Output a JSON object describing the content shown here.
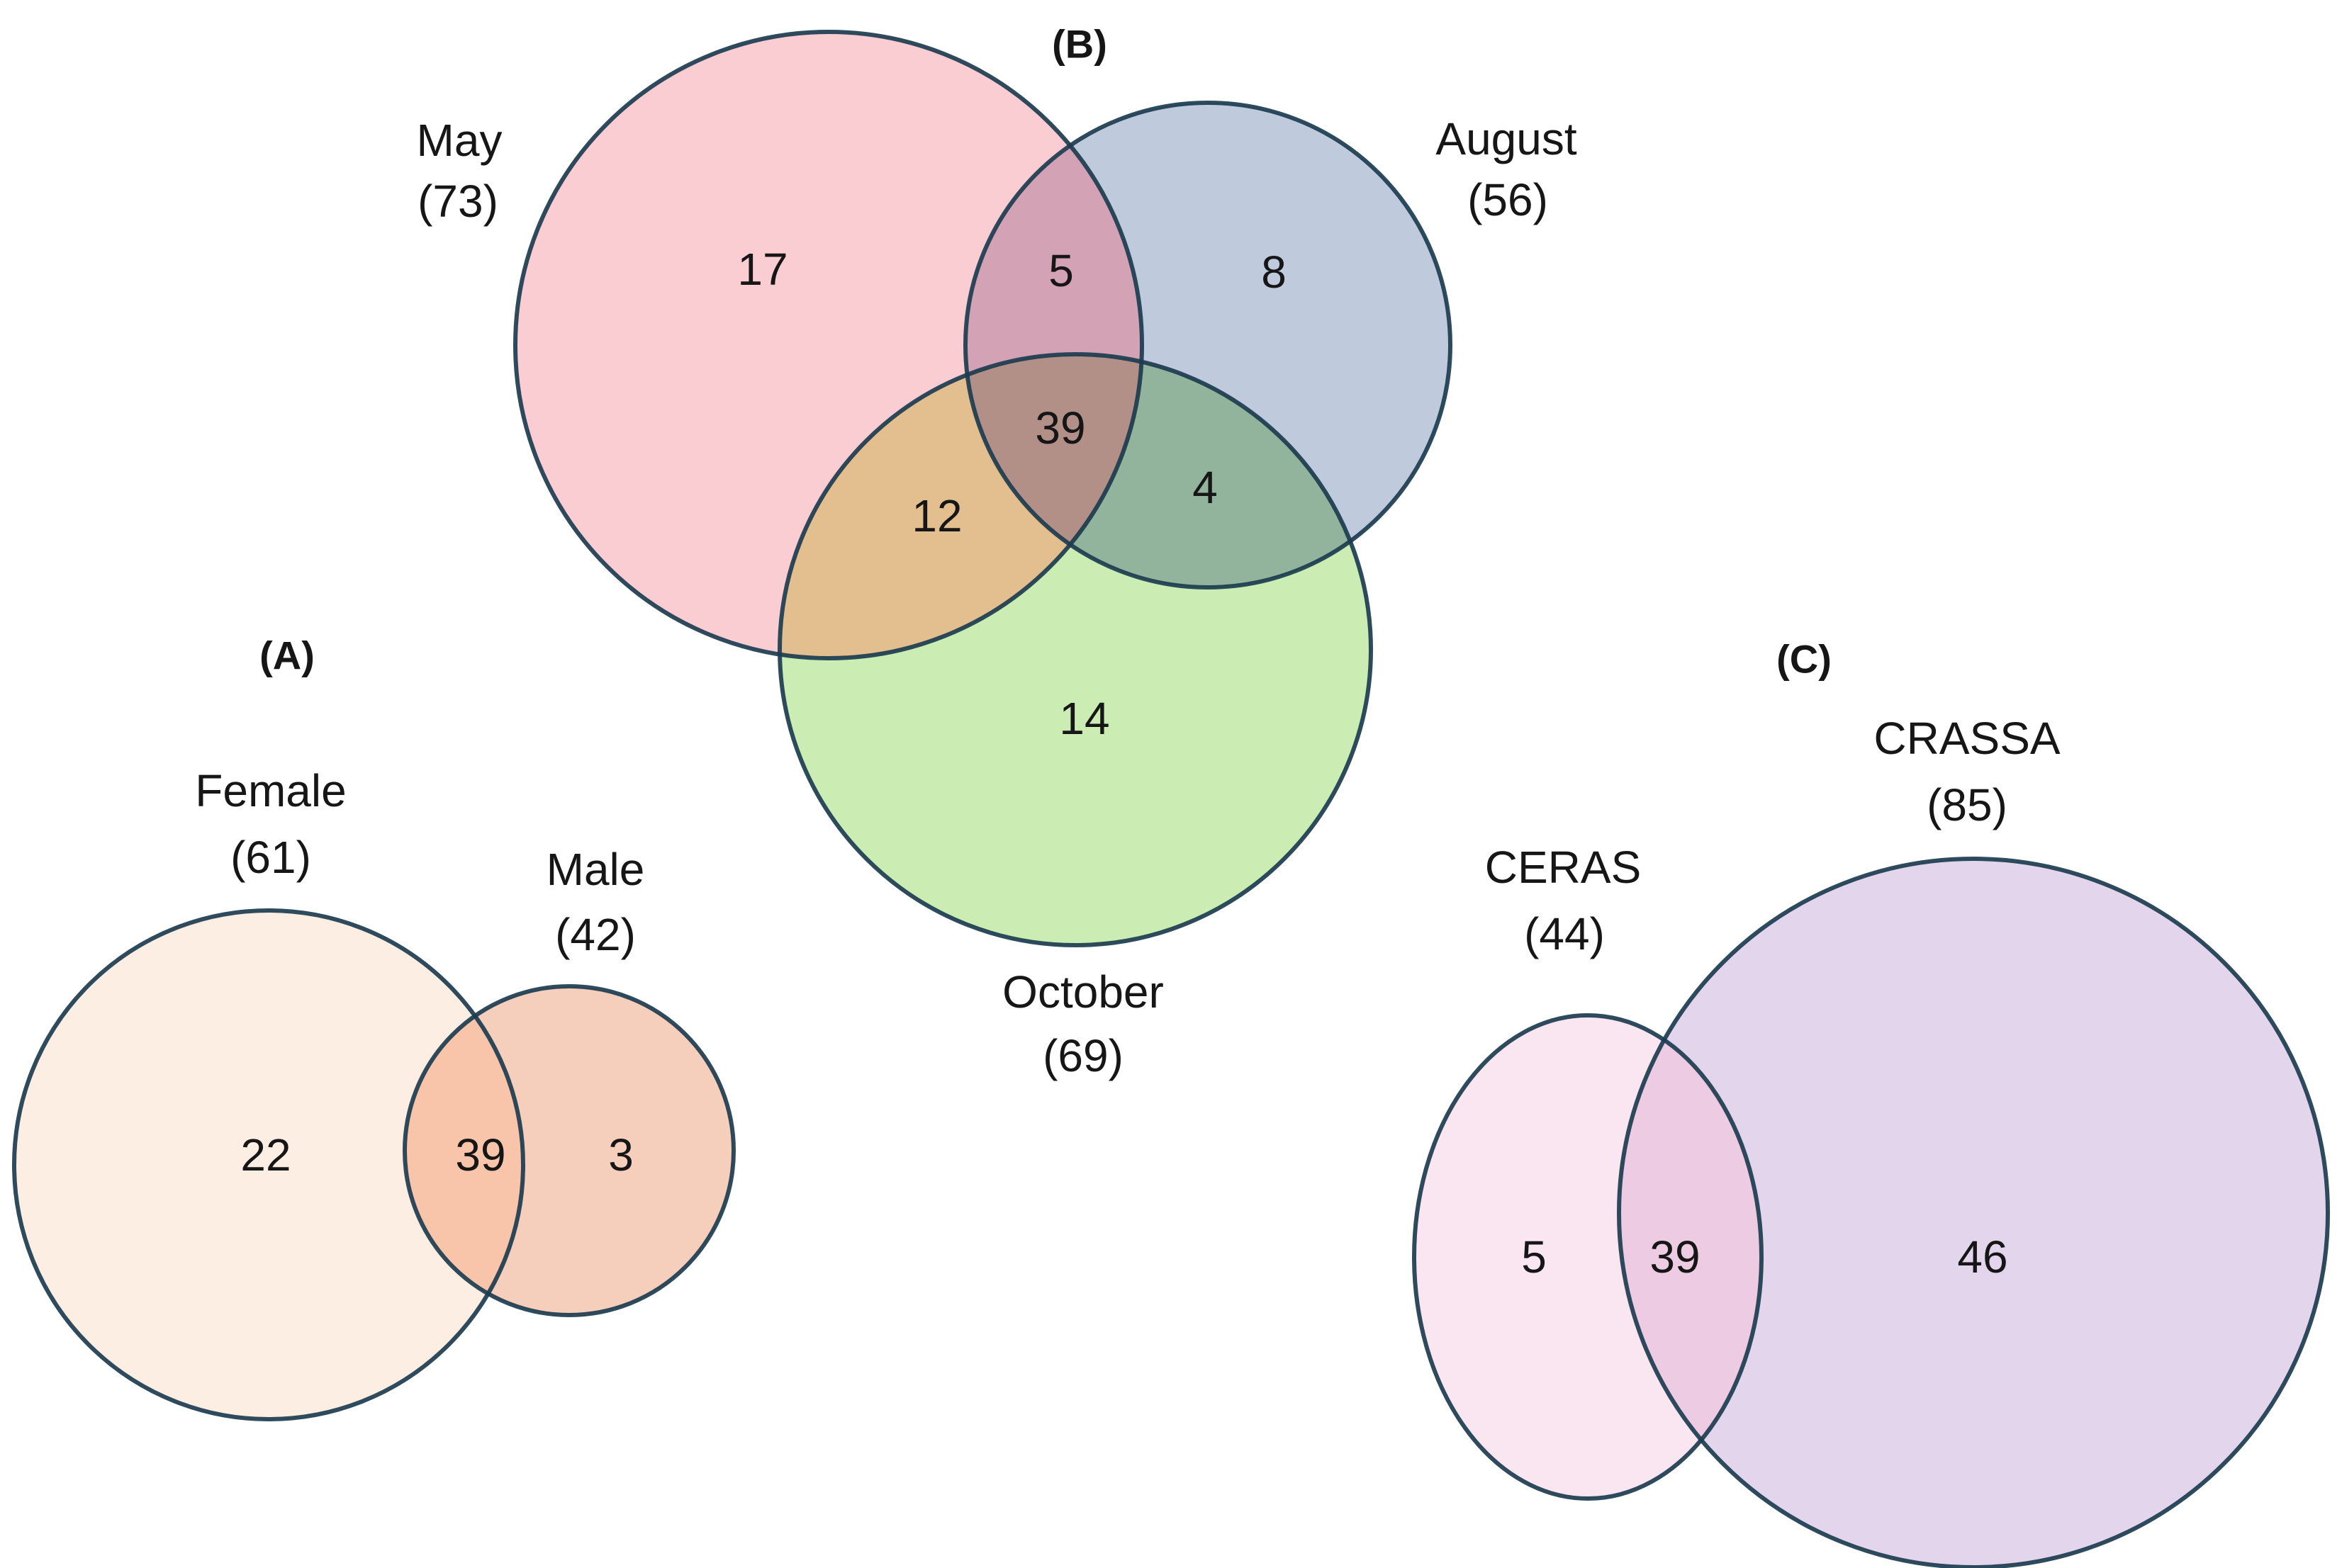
{
  "figure": {
    "background": "#ffffff",
    "outline_color": "#1c3c4f",
    "text_color": "#161616"
  },
  "panel_a": {
    "tag": "(A)",
    "set1": {
      "name": "Female",
      "total": "(61)"
    },
    "set2": {
      "name": "Male",
      "total": "(42)"
    },
    "counts": {
      "set1_only": "22",
      "overlap": "39",
      "set2_only": "3"
    },
    "colors": {
      "set1": "#fceee2",
      "set2": "#f5cfbc",
      "overlap": "#f8c5aa"
    }
  },
  "panel_b": {
    "tag": "(B)",
    "set1": {
      "name": "May",
      "total": "(73)"
    },
    "set2": {
      "name": "August",
      "total": "(56)"
    },
    "set3": {
      "name": "October",
      "total": "(69)"
    },
    "counts": {
      "set1_only": "17",
      "set2_only": "8",
      "set3_only": "14",
      "set1_set2": "5",
      "set1_set3": "12",
      "set2_set3": "4",
      "all": "39"
    },
    "colors": {
      "set1": "#f9cdd2",
      "set2": "#bfcadd",
      "set3": "#cbedb4",
      "set1_set2": "#d3a2b5",
      "set1_set3": "#e3bf90",
      "set2_set3": "#92b39c",
      "all": "#b28f87"
    }
  },
  "panel_c": {
    "tag": "(C)",
    "set1": {
      "name": "CERAS",
      "total": "(44)"
    },
    "set2": {
      "name": "CRASSA",
      "total": "(85)"
    },
    "counts": {
      "set1_only": "5",
      "overlap": "39",
      "set2_only": "46"
    },
    "colors": {
      "set1": "#fae6f0",
      "set2": "#e3d6ec",
      "overlap": "#edcbe3"
    }
  },
  "chart_data": [
    {
      "type": "venn",
      "panel": "(A)",
      "sets": [
        "Female",
        "Male"
      ],
      "set_totals": [
        61,
        42
      ],
      "regions": {
        "Female_only": 22,
        "Female_and_Male": 39,
        "Male_only": 3
      }
    },
    {
      "type": "venn",
      "panel": "(B)",
      "sets": [
        "May",
        "August",
        "October"
      ],
      "set_totals": [
        73,
        56,
        69
      ],
      "regions": {
        "May_only": 17,
        "August_only": 8,
        "October_only": 14,
        "May_and_August": 5,
        "May_and_October": 12,
        "August_and_October": 4,
        "May_and_August_and_October": 39
      }
    },
    {
      "type": "venn",
      "panel": "(C)",
      "sets": [
        "CERAS",
        "CRASSA"
      ],
      "set_totals": [
        44,
        85
      ],
      "regions": {
        "CERAS_only": 5,
        "CERAS_and_CRASSA": 39,
        "CRASSA_only": 46
      }
    }
  ]
}
